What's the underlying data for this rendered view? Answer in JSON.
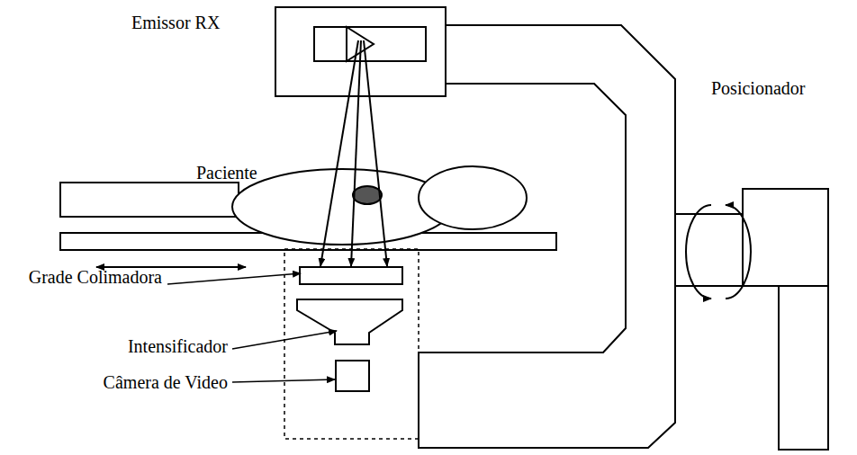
{
  "diagram": {
    "labels": [
      "Emissor RX",
      "Paciente",
      "Posicionador",
      "Grade Colimadora",
      "Intensificador",
      "Câmera de Video"
    ]
  }
}
